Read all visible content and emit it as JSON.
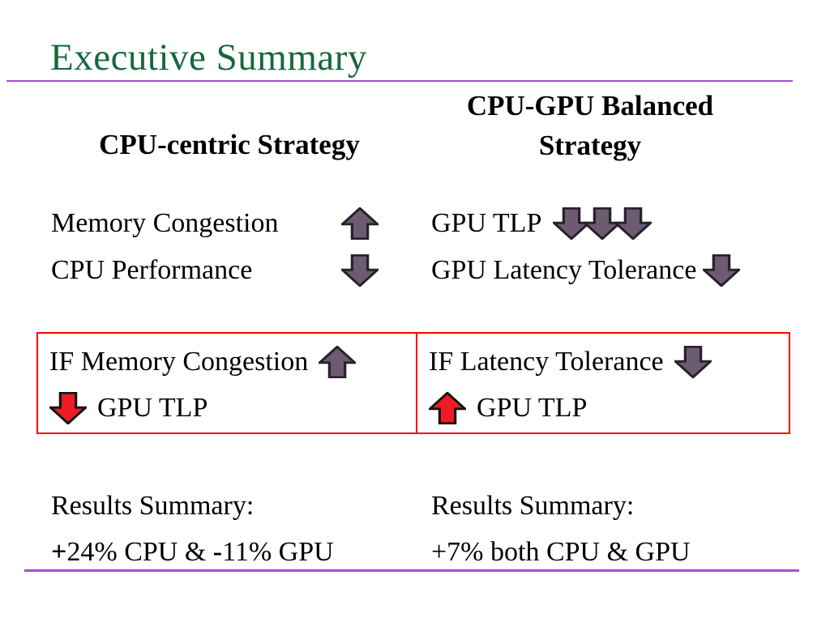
{
  "title": "Executive Summary",
  "colors": {
    "title-color": "#17683b",
    "divider-color": "#a152c8",
    "text-color": "#000000",
    "arrow-purple-fill": "#6d5b72",
    "arrow-purple-stroke": "#28202c",
    "arrow-red-fill": "#ee1b24",
    "arrow-red-stroke": "#141414",
    "box-border-color": "#fe0000"
  },
  "icons": {
    "up_arrow": "⬆",
    "down_arrow": "⬇"
  },
  "left_column": {
    "heading": "CPU-centric Strategy",
    "rows": [
      {
        "label": "Memory Congestion",
        "arrow": "up"
      },
      {
        "label": "CPU Performance",
        "arrow": "down"
      }
    ],
    "if_box": {
      "condition": "IF Memory Congestion",
      "condition_arrow": "up",
      "effect": "GPU TLP",
      "effect_arrow": "down"
    },
    "results": {
      "label": "Results Summary:",
      "seg_plus": "+",
      "seg_mid": "24% CPU & ",
      "seg_minus": "-",
      "seg_end": "11% GPU"
    }
  },
  "right_column": {
    "heading_line1": "CPU-GPU Balanced",
    "heading_line2": "Strategy",
    "rows": [
      {
        "label": "GPU TLP",
        "arrows": [
          "down",
          "down",
          "down"
        ]
      },
      {
        "label": "GPU Latency Tolerance",
        "arrow": "down"
      }
    ],
    "if_box": {
      "condition": "IF Latency Tolerance",
      "condition_arrow": "down",
      "effect": "GPU TLP",
      "effect_arrow": "up"
    },
    "results": {
      "label": "Results Summary:",
      "value": "+7% both CPU & GPU"
    }
  }
}
